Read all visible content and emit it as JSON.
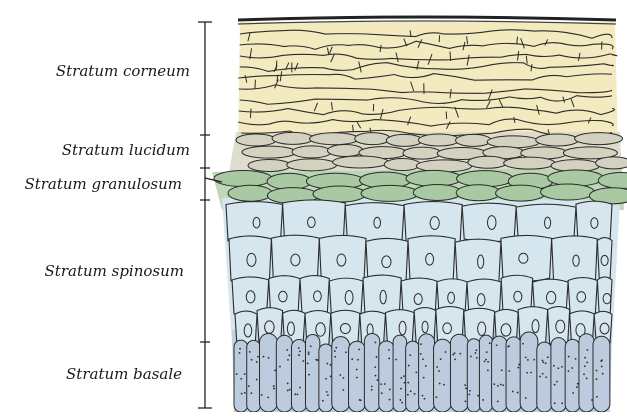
{
  "diagram": {
    "layers": [
      {
        "id": "corneum",
        "label": "Stratum corneum"
      },
      {
        "id": "lucidum",
        "label": "Stratum lucidum"
      },
      {
        "id": "granulosum",
        "label": "Stratum granulosum"
      },
      {
        "id": "spinosum",
        "label": "Stratum spinosum"
      },
      {
        "id": "basale",
        "label": "Stratum basale"
      }
    ],
    "colors": {
      "corneum": "#f1e6b4",
      "lucidum": "#dcd9c8",
      "granulosum": "#b9d3b3",
      "spinosum": "#d6e6ee",
      "basale": "#c2cfe0",
      "ink": "#2b2b2b"
    }
  }
}
